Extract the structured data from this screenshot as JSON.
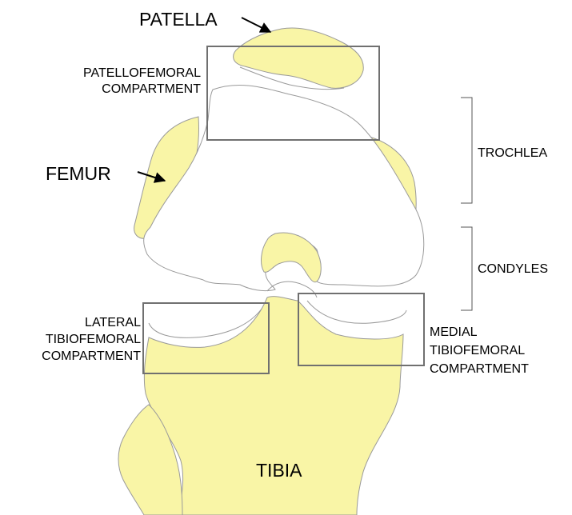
{
  "labels": {
    "patella": "PATELLA",
    "femur": "FEMUR",
    "tibia": "TIBIA",
    "patellofemoral": [
      "PATELLOFEMORAL",
      "COMPARTMENT"
    ],
    "trochlea": "TROCHLEA",
    "condyles": "CONDYLES",
    "lateral": [
      "LATERAL",
      "TIBIOFEMORAL",
      "COMPARTMENT"
    ],
    "medial": [
      "MEDIAL",
      "TIBIOFEMORAL",
      "COMPARTMENT"
    ]
  },
  "colors": {
    "bone_fill": "#f9f5a6",
    "outline": "#9a9a9a",
    "box_stroke": "#707070",
    "arrow": "#000000",
    "background": "#ffffff"
  }
}
